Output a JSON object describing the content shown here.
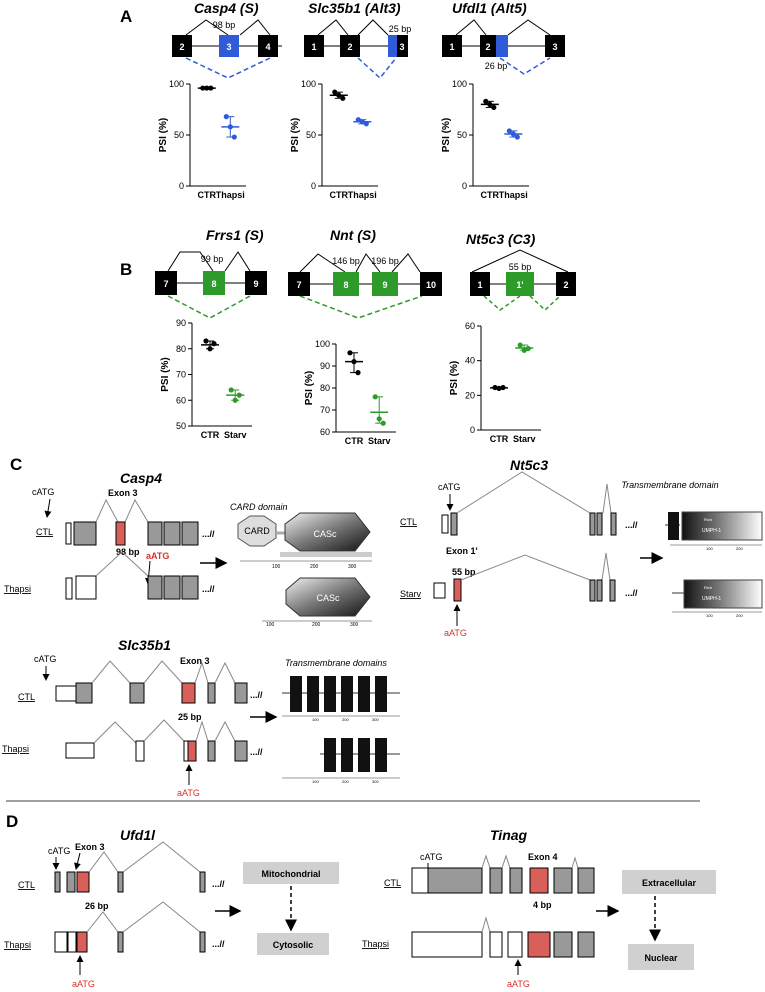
{
  "panels": {
    "A": {
      "letter": "A",
      "genes": [
        {
          "title": "Casp4 (S)",
          "exons": [
            "2",
            "3",
            "4"
          ],
          "bp_label": "98 bp"
        },
        {
          "title": "Slc35b1 (Alt3)",
          "exons": [
            "1",
            "2",
            "3"
          ],
          "bp_label": "25 bp"
        },
        {
          "title": "Ufdl1 (Alt5)",
          "exons": [
            "1",
            "2",
            "3"
          ],
          "bp_label": "26 bp"
        }
      ]
    },
    "B": {
      "letter": "B",
      "genes": [
        {
          "title": "Frrs1 (S)",
          "exons": [
            "7",
            "8",
            "9"
          ],
          "bp_label": "99 bp"
        },
        {
          "title": "Nnt (S)",
          "exons": [
            "7",
            "8",
            "9",
            "10"
          ],
          "bp_labels": [
            "146 bp",
            "196 bp"
          ]
        },
        {
          "title": "Nt5c3 (C3)",
          "exons": [
            "1",
            "1'",
            "2"
          ],
          "bp_label": "55 bp"
        }
      ]
    },
    "C": {
      "letter": "C",
      "casp4": {
        "title": "Casp4",
        "catg": "cATG",
        "exon": "Exon 3",
        "bp": "98 bp",
        "aatg": "aATG",
        "domain": "CARD domain",
        "card": "CARD",
        "casc": "CASc",
        "ctl": "CTL",
        "treat": "Thapsi",
        "dots": "...//",
        "ticks": [
          "100",
          "200",
          "300"
        ]
      },
      "nt5c3": {
        "title": "Nt5c3",
        "catg": "cATG",
        "exon": "Exon 1'",
        "bp": "55 bp",
        "aatg": "aATG",
        "domain": "Transmembrane domain",
        "rich": "Rich",
        "umph": "UMPH-1",
        "ctl": "CTL",
        "treat": "Starv",
        "dots": "...//",
        "ticks": [
          "100",
          "200"
        ]
      },
      "slc35b1": {
        "title": "Slc35b1",
        "catg": "cATG",
        "exon": "Exon 3",
        "bp": "25 bp",
        "aatg": "aATG",
        "domain": "Transmembrane domains",
        "ctl": "CTL",
        "treat": "Thapsi",
        "dots": "...//",
        "ticks": [
          "100",
          "200",
          "300"
        ]
      }
    },
    "D": {
      "letter": "D",
      "ufd1l": {
        "title": "Ufd1l",
        "catg": "cATG",
        "exon": "Exon 3",
        "bp": "26 bp",
        "aatg": "aATG",
        "ctl": "CTL",
        "treat": "Thapsi",
        "dots": "...//",
        "from": "Mitochondrial",
        "to": "Cytosolic"
      },
      "tinag": {
        "title": "Tinag",
        "catg": "cATG",
        "exon": "Exon 4",
        "bp": "4 bp",
        "aatg": "aATG",
        "ctl": "CTL",
        "treat": "Thapsi",
        "from": "Extracellular",
        "to": "Nuclear"
      }
    }
  },
  "colors": {
    "blue": "#2f5bd8",
    "green": "#2e9a2a",
    "red": "#d9605a",
    "gray": "#9a9a9a",
    "light": "#d0d0d0"
  },
  "chart_data": [
    {
      "type": "scatter",
      "title": "Casp4 (S)",
      "ylabel": "PSI (%)",
      "categories": [
        "CTR",
        "Thapsi"
      ],
      "yticks": [
        "0",
        "50",
        "100"
      ],
      "ylim": [
        0,
        100
      ],
      "series": [
        {
          "values": [
            [
              96,
              96,
              96
            ],
            [
              68,
              58,
              48
            ]
          ],
          "means": [
            96,
            58
          ]
        }
      ]
    },
    {
      "type": "scatter",
      "title": "Slc35b1 (Alt3)",
      "ylabel": "PSI (%)",
      "categories": [
        "CTR",
        "Thapsi"
      ],
      "yticks": [
        "0",
        "50",
        "100"
      ],
      "ylim": [
        0,
        100
      ],
      "series": [
        {
          "values": [
            [
              92,
              89,
              86
            ],
            [
              65,
              63,
              61
            ]
          ],
          "means": [
            89,
            63
          ]
        }
      ]
    },
    {
      "type": "scatter",
      "title": "Ufdl1 (Alt5)",
      "ylabel": "PSI (%)",
      "categories": [
        "CTR",
        "Thapsi"
      ],
      "yticks": [
        "0",
        "50",
        "100"
      ],
      "ylim": [
        0,
        100
      ],
      "series": [
        {
          "values": [
            [
              83,
              80,
              77
            ],
            [
              54,
              51,
              48
            ]
          ],
          "means": [
            80,
            51
          ]
        }
      ]
    },
    {
      "type": "scatter",
      "title": "Frrs1 (S)",
      "ylabel": "PSI (%)",
      "categories": [
        "CTR",
        "Starv"
      ],
      "yticks": [
        "50",
        "60",
        "70",
        "80",
        "90"
      ],
      "ylim": [
        50,
        90
      ],
      "series": [
        {
          "values": [
            [
              83,
              80,
              82
            ],
            [
              64,
              60,
              62
            ]
          ],
          "means": [
            81.5,
            62
          ]
        }
      ]
    },
    {
      "type": "scatter",
      "title": "Nnt (S)",
      "ylabel": "PSI (%)",
      "categories": [
        "CTR",
        "Starv"
      ],
      "yticks": [
        "60",
        "70",
        "80",
        "90",
        "100"
      ],
      "ylim": [
        60,
        100
      ],
      "series": [
        {
          "values": [
            [
              96,
              92,
              87
            ],
            [
              76,
              66,
              64
            ]
          ],
          "means": [
            92,
            69
          ]
        }
      ]
    },
    {
      "type": "scatter",
      "title": "Nt5c3 (C3)",
      "ylabel": "PSI (%)",
      "categories": [
        "CTR",
        "Starv"
      ],
      "yticks": [
        "0",
        "20",
        "40",
        "60"
      ],
      "ylim": [
        0,
        60
      ],
      "series": [
        {
          "values": [
            [
              24.5,
              24,
              24.5
            ],
            [
              49,
              46,
              47
            ]
          ],
          "means": [
            24.3,
            47.3
          ]
        }
      ]
    }
  ]
}
